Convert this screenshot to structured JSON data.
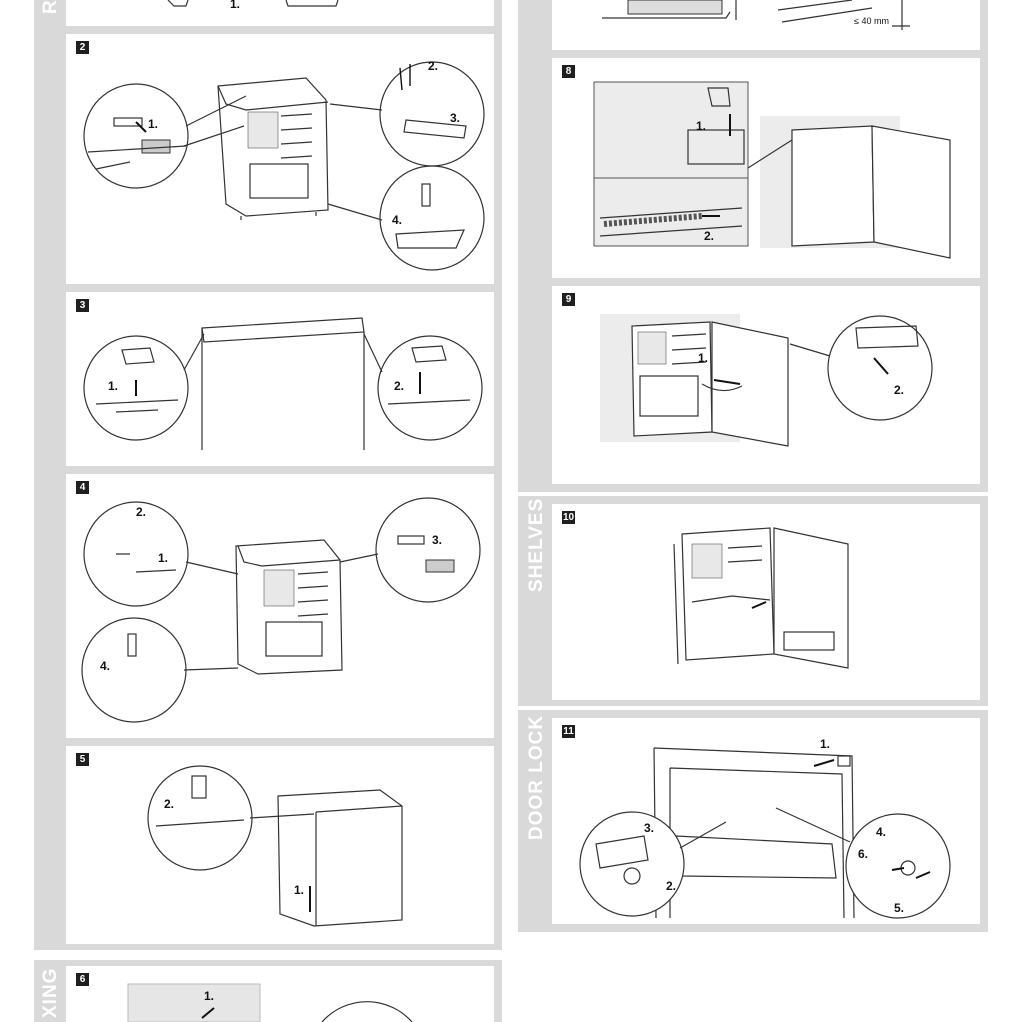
{
  "sections": {
    "left_top_label": "R",
    "fixing_label": "XING",
    "shelves_label": "SHELVES",
    "door_lock_label": "DOOR LOCK"
  },
  "panels": {
    "p2": "2",
    "p3": "3",
    "p4": "4",
    "p5": "5",
    "p6": "6",
    "p8": "8",
    "p9": "9",
    "p10": "10",
    "p11": "11"
  },
  "steps": {
    "s1": "1.",
    "s2": "2.",
    "s3": "3.",
    "s4": "4.",
    "s5": "5.",
    "s6": "6."
  },
  "dimension": "≤ 40 mm",
  "colors": {
    "band": "#d9d9d9",
    "number_box": "#1f1f1f",
    "wall": "#e6e6e6"
  }
}
